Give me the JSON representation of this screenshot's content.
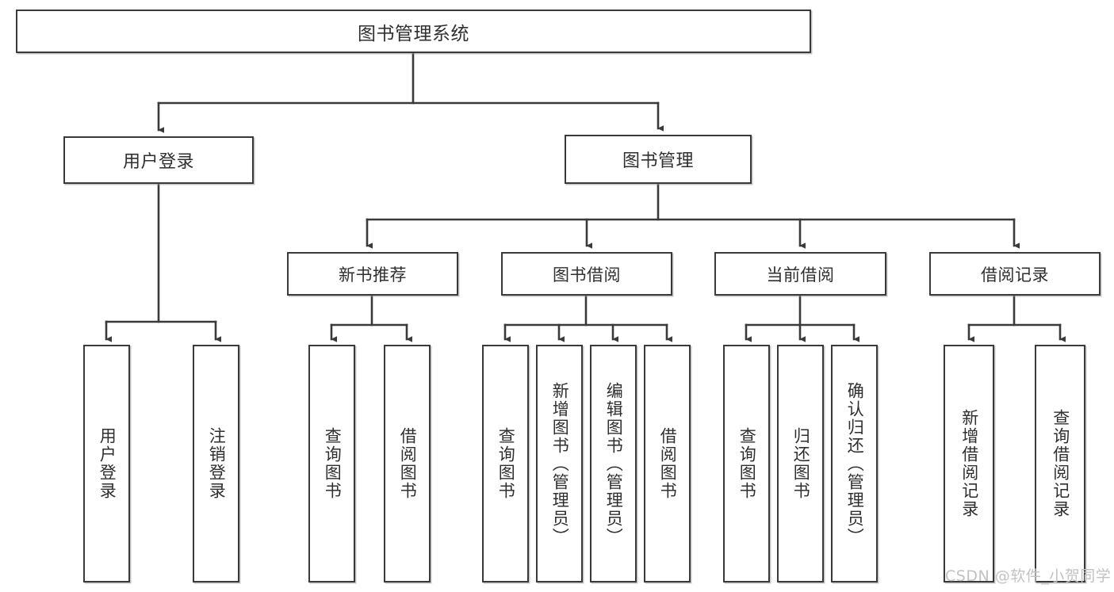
{
  "diagram": {
    "title": "图书管理系统",
    "type": "tree-hierarchy-diagram",
    "root": {
      "label": "图书管理系统"
    },
    "level1": [
      {
        "label": "用户登录"
      },
      {
        "label": "图书管理"
      }
    ],
    "level2": [
      {
        "label": "新书推荐"
      },
      {
        "label": "图书借阅"
      },
      {
        "label": "当前借阅"
      },
      {
        "label": "借阅记录"
      }
    ],
    "leaves": {
      "user_login": [
        {
          "label": "用户登录"
        },
        {
          "label": "注销登录"
        }
      ],
      "new_book_recommend": [
        {
          "label": "查询图书"
        },
        {
          "label": "借阅图书"
        }
      ],
      "book_borrow": [
        {
          "label": "查询图书"
        },
        {
          "label": "新增图书（管理员）"
        },
        {
          "label": "编辑图书（管理员）"
        },
        {
          "label": "借阅图书"
        }
      ],
      "current_borrow": [
        {
          "label": "查询图书"
        },
        {
          "label": "归还图书"
        },
        {
          "label": "确认归还（管理员）"
        }
      ],
      "borrow_record": [
        {
          "label": "新增借阅记录"
        },
        {
          "label": "查询借阅记录"
        }
      ]
    }
  },
  "watermark": {
    "text": "CSDN @软件_小贺同学"
  },
  "colors": {
    "border": "#3a3a3a",
    "text": "#2f2f2f",
    "background": "#ffffff",
    "watermark": "#c2c2c2"
  }
}
